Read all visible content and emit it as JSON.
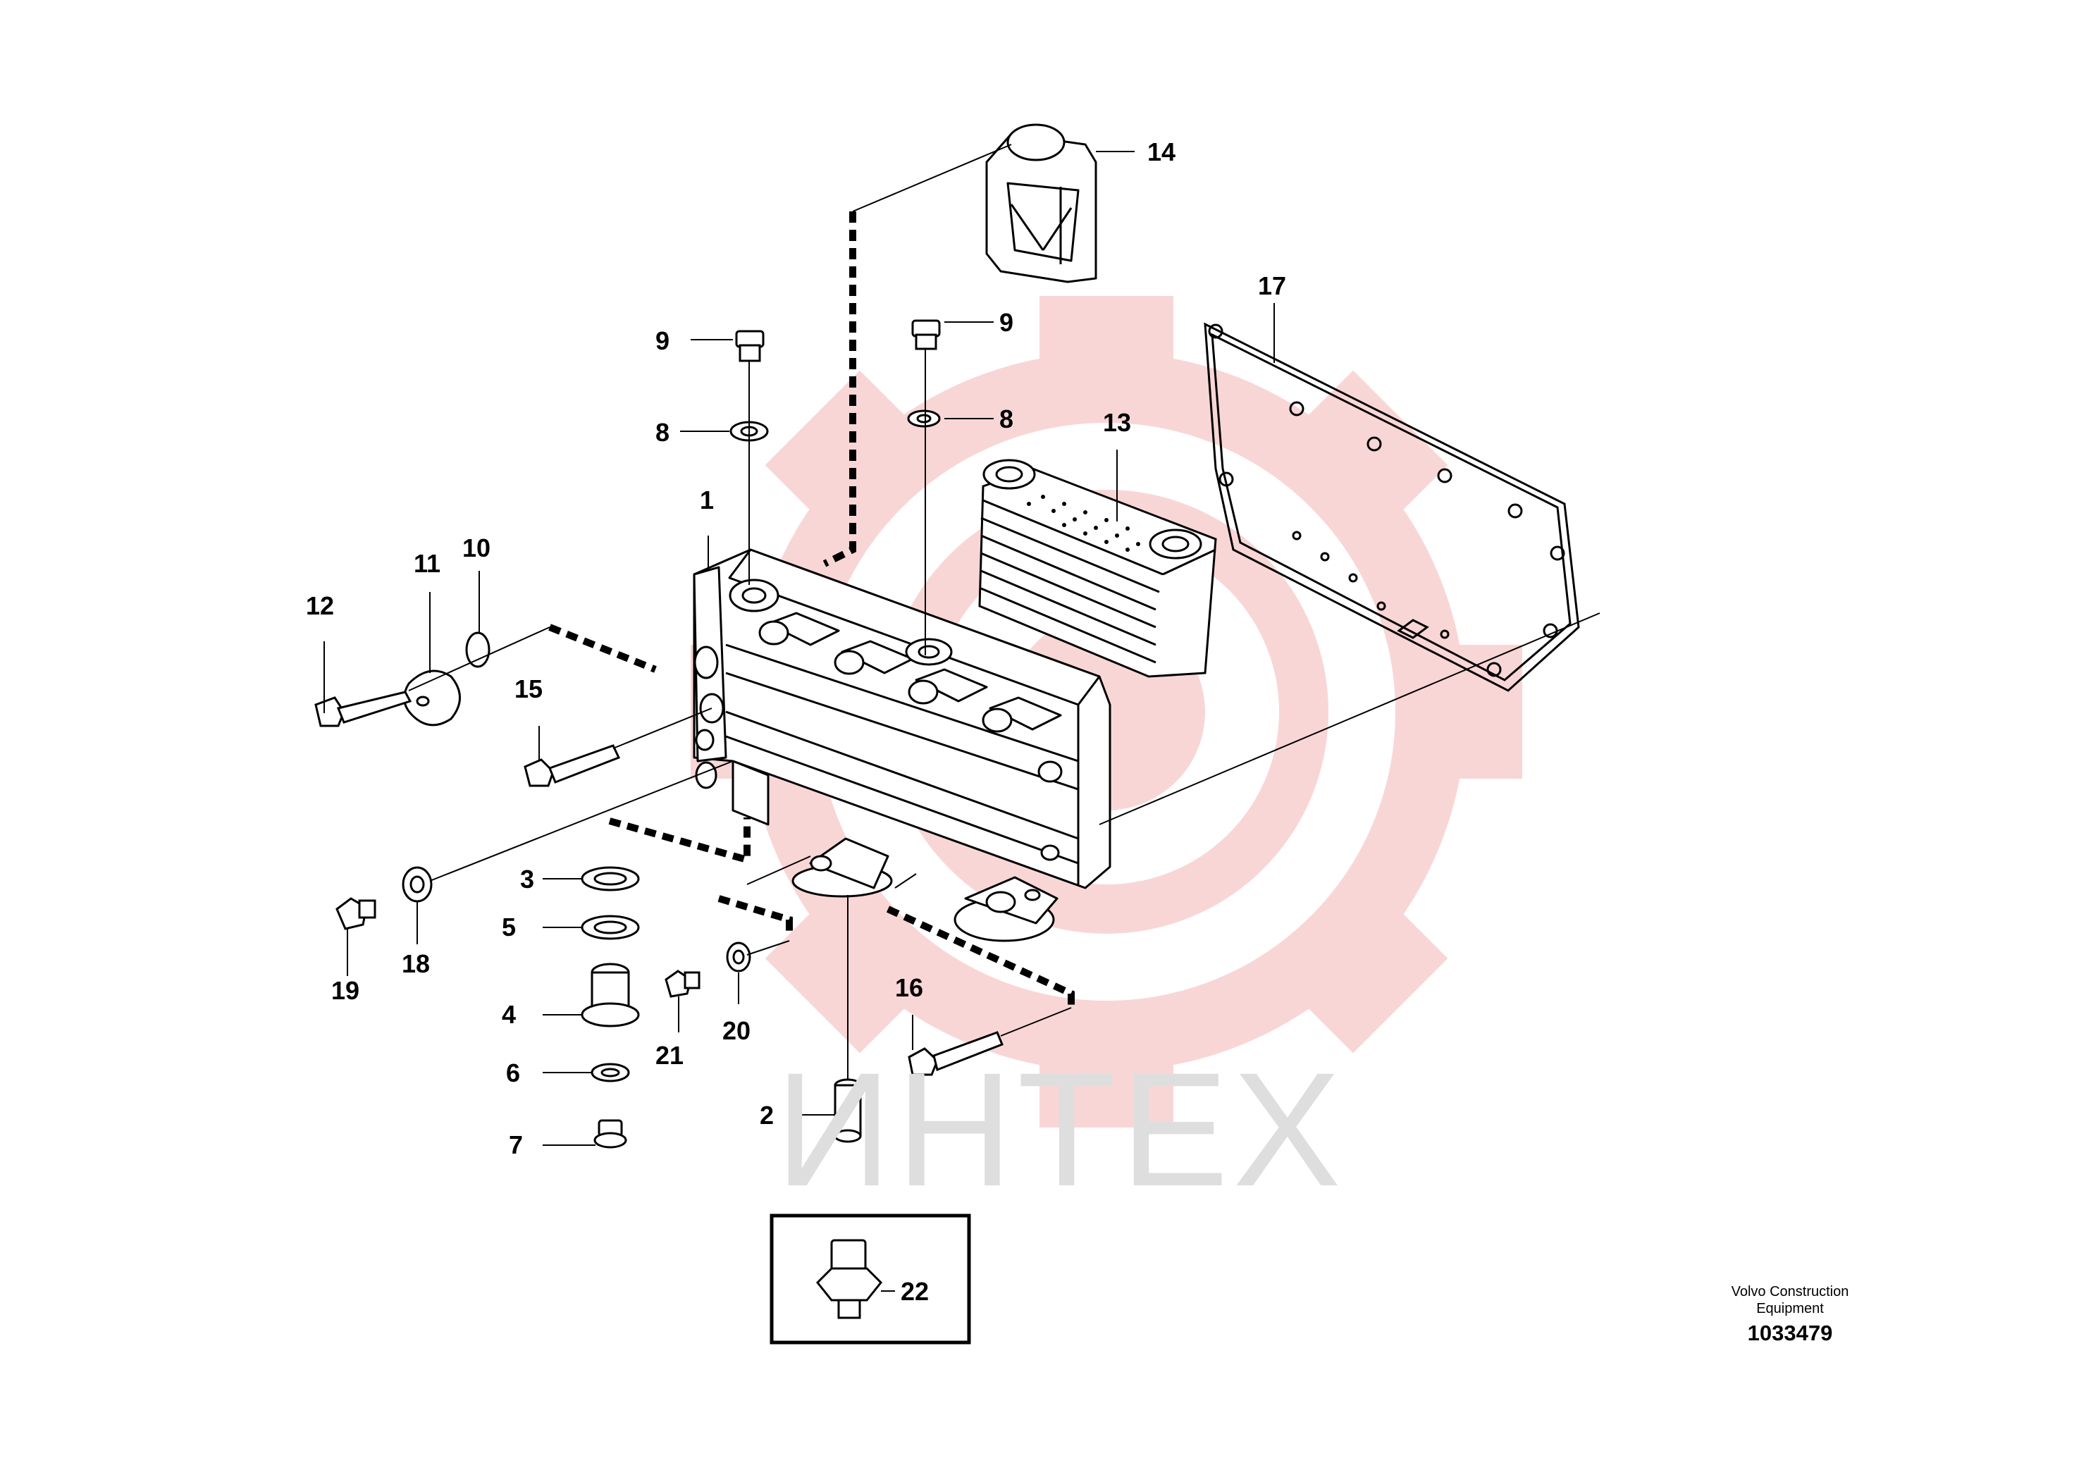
{
  "callouts": {
    "c1": "1",
    "c2": "2",
    "c3": "3",
    "c4": "4",
    "c5": "5",
    "c6": "6",
    "c7": "7",
    "c8a": "8",
    "c8b": "8",
    "c9a": "9",
    "c9b": "9",
    "c10": "10",
    "c11": "11",
    "c12": "12",
    "c13": "13",
    "c14": "14",
    "c15": "15",
    "c16": "16",
    "c17": "17",
    "c18": "18",
    "c19": "19",
    "c20": "20",
    "c21": "21",
    "c22": "22"
  },
  "footer": {
    "company_line1": "Volvo Construction",
    "company_line2": "Equipment",
    "diagram_number": "1033479"
  },
  "watermark": {
    "text": "ИНТЕХ",
    "color": "#f4c9c9"
  },
  "colors": {
    "line": "#000000",
    "text_watermark": "#dedede"
  }
}
